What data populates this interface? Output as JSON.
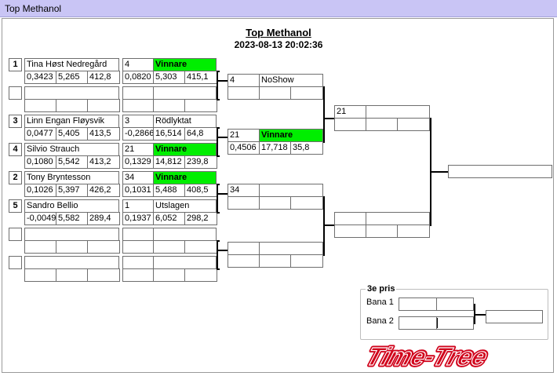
{
  "window": {
    "title": "Top Methanol"
  },
  "header": {
    "title": "Top Methanol",
    "datetime": "2023-08-13 20:02:36"
  },
  "round1": [
    {
      "seed": "1",
      "name": "Tina Høst Nedregård",
      "stats": [
        "0,3423",
        "5,265",
        "412,8"
      ],
      "opp_label": "4",
      "opp_result": "Vinnare",
      "opp_stats": [
        "0,0820",
        "5,303",
        "415,1"
      ]
    },
    {
      "seed": "",
      "name": "",
      "stats": [
        "",
        "",
        ""
      ],
      "opp_label": "",
      "opp_result": "",
      "opp_stats": [
        "",
        "",
        ""
      ]
    },
    {
      "seed": "3",
      "name": "Linn Engan Fløysvik",
      "stats": [
        "0,0477",
        "5,405",
        "413,5"
      ],
      "opp_label": "3",
      "opp_result": "Rödlyktat",
      "opp_stats": [
        "-0,2866",
        "16,514",
        "64,8"
      ]
    },
    {
      "seed": "4",
      "name": "Silvio Strauch",
      "stats": [
        "0,1080",
        "5,542",
        "413,2"
      ],
      "opp_label": "21",
      "opp_result": "Vinnare",
      "opp_stats": [
        "0,1329",
        "14,812",
        "239,8"
      ]
    },
    {
      "seed": "2",
      "name": "Tony Bryntesson",
      "stats": [
        "0,1026",
        "5,397",
        "426,2"
      ],
      "opp_label": "34",
      "opp_result": "Vinnare",
      "opp_stats": [
        "0,1031",
        "5,488",
        "408,5"
      ]
    },
    {
      "seed": "5",
      "name": "Sandro Bellio",
      "stats": [
        "-0,0049",
        "5,582",
        "289,4"
      ],
      "opp_label": "1",
      "opp_result": "Utslagen",
      "opp_stats": [
        "0,1937",
        "6,052",
        "298,2"
      ]
    },
    {
      "seed": "",
      "name": "",
      "stats": [
        "",
        "",
        ""
      ],
      "opp_label": "",
      "opp_result": "",
      "opp_stats": [
        "",
        "",
        ""
      ]
    },
    {
      "seed": "",
      "name": "",
      "stats": [
        "",
        "",
        ""
      ],
      "opp_label": "",
      "opp_result": "",
      "opp_stats": [
        "",
        "",
        ""
      ]
    }
  ],
  "round2": [
    {
      "label": "4",
      "result": "NoShow",
      "stats": [
        "",
        "",
        ""
      ]
    },
    {
      "label": "21",
      "result": "Vinnare",
      "stats": [
        "0,4506",
        "17,718",
        "35,8"
      ]
    },
    {
      "label": "34",
      "result": "",
      "stats": [
        "",
        "",
        ""
      ]
    },
    {
      "label": "",
      "result": "",
      "stats": [
        "",
        "",
        ""
      ]
    }
  ],
  "round3": [
    {
      "label": "21",
      "result": "",
      "stats": [
        "",
        "",
        ""
      ]
    },
    {
      "label": "",
      "result": "",
      "stats": [
        "",
        "",
        ""
      ]
    }
  ],
  "final": {
    "label": ""
  },
  "third_place": {
    "title": "3e pris",
    "lane1_label": "Bana 1",
    "lane2_label": "Bana 2"
  },
  "logo": {
    "text": "Time-Tree",
    "color": "#d0021b"
  },
  "colors": {
    "winner_bg": "#00ee00",
    "titlebar": "#c9c5f5"
  }
}
